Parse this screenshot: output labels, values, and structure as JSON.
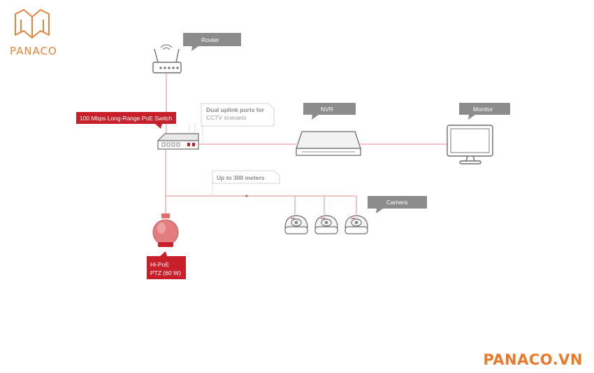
{
  "brand": {
    "logo_text": "PANACO",
    "footer_text": "PANACO.VN",
    "accent_color": "#e8843a"
  },
  "labels": {
    "router": "Router",
    "switch": "100 Mbps Long-Range PoE Switch",
    "uplink_line1": "Dual uplink ports for",
    "uplink_line2": "CCTV scenario",
    "nvr": "NVR",
    "monitor": "Monitor",
    "distance": "Up to 300 meters",
    "camera": "Camera",
    "ptz_line1": "Hi-PoE",
    "ptz_line2": "PTZ (60 W)"
  },
  "colors": {
    "link_line": "#e98a8a",
    "callout_gray": "#8c8c8c",
    "callout_red": "#c8202a",
    "device_outline": "#6e6e6e"
  },
  "icons": [
    "book-logo-icon",
    "router-icon",
    "poe-switch-icon",
    "nvr-icon",
    "monitor-icon",
    "dome-camera-icon",
    "ptz-camera-icon"
  ]
}
